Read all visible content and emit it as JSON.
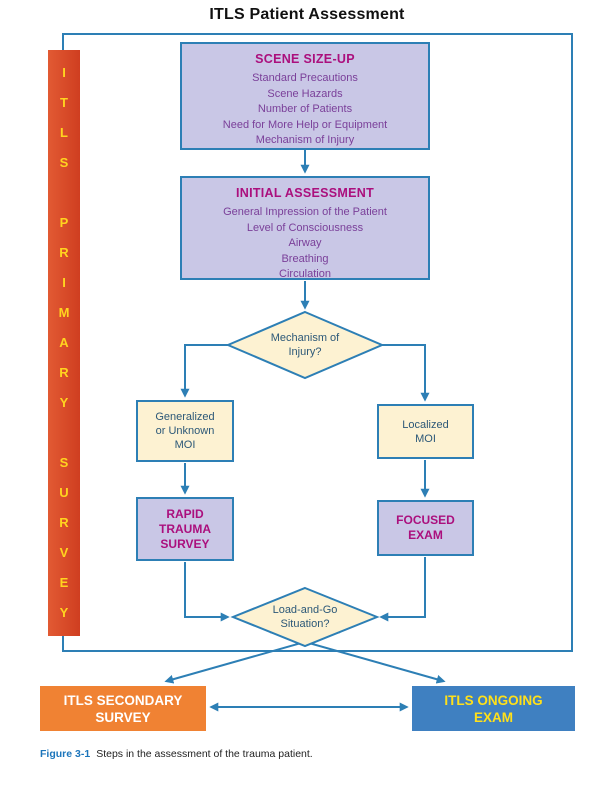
{
  "title": "ITLS Patient Assessment",
  "sidebar": {
    "label": "ITLS PRIMARY SURVEY",
    "vertical_text": "I\nT\nL\nS\n \nP\nR\nI\nM\nA\nR\nY\n \nS\nU\nR\nV\nE\nY"
  },
  "scene": {
    "title": "SCENE SIZE-UP",
    "items": [
      "Standard Precautions",
      "Scene Hazards",
      "Number of Patients",
      "Need for More Help or Equipment",
      "Mechanism of Injury"
    ]
  },
  "initial": {
    "title": "INITIAL ASSESSMENT",
    "items": [
      "General Impression of the Patient",
      "Level of Consciousness",
      "Airway",
      "Breathing",
      "Circulation"
    ]
  },
  "moi_decision": {
    "text": "Mechanism of\nInjury?"
  },
  "generalized": {
    "text": "Generalized\nor Unknown\nMOI"
  },
  "localized": {
    "text": "Localized\nMOI"
  },
  "rapid": {
    "text": "RAPID\nTRAUMA\nSURVEY"
  },
  "focused": {
    "text": "FOCUSED\nEXAM"
  },
  "load_go": {
    "text": "Load-and-Go\nSituation?"
  },
  "secondary": {
    "text": "ITLS SECONDARY\nSURVEY"
  },
  "ongoing": {
    "text": "ITLS ONGOING\nEXAM"
  },
  "caption": {
    "label": "Figure 3-1",
    "text": "Steps in the assessment of the trauma patient."
  },
  "colors": {
    "line_blue": "#2d7fb5",
    "lavender_box": "#c9c7e6",
    "cream_box": "#fdf2d2",
    "magenta_title": "#ab0f7d",
    "purple_body": "#7a3f99",
    "decision_text": "#2c5878",
    "red_bar": "#d84a28",
    "bar_letter_yellow": "#ffd41f",
    "orange_box": "#f08233",
    "blue_box": "#3f80c1",
    "ongoing_text_yellow": "#ffe01a",
    "caption_blue": "#1c75bb"
  }
}
